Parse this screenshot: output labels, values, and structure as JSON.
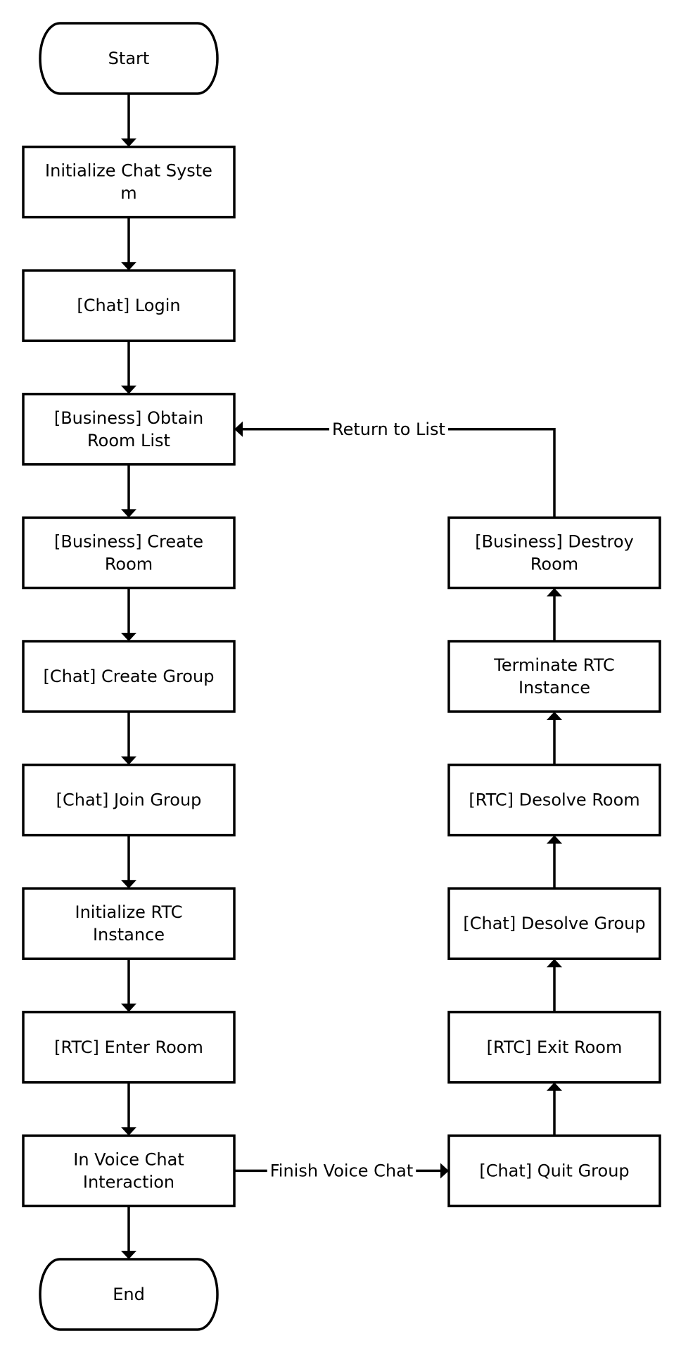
{
  "diagram": {
    "nodes": [
      {
        "id": "start",
        "kind": "terminal",
        "lines": [
          "Start"
        ]
      },
      {
        "id": "init-chat",
        "kind": "process",
        "lines": [
          "Initialize Chat Syste",
          "m"
        ]
      },
      {
        "id": "chat-login",
        "kind": "process",
        "lines": [
          "[Chat] Login"
        ]
      },
      {
        "id": "obtain-room-list",
        "kind": "process",
        "lines": [
          "[Business] Obtain",
          "Room List"
        ]
      },
      {
        "id": "create-room",
        "kind": "process",
        "lines": [
          "[Business] Create",
          "Room"
        ]
      },
      {
        "id": "create-group",
        "kind": "process",
        "lines": [
          "[Chat] Create Group"
        ]
      },
      {
        "id": "join-group",
        "kind": "process",
        "lines": [
          "[Chat] Join Group"
        ]
      },
      {
        "id": "init-rtc",
        "kind": "process",
        "lines": [
          "Initialize RTC",
          "Instance"
        ]
      },
      {
        "id": "enter-room",
        "kind": "process",
        "lines": [
          "[RTC] Enter Room"
        ]
      },
      {
        "id": "voice-chat",
        "kind": "process",
        "lines": [
          "In Voice Chat",
          "Interaction"
        ]
      },
      {
        "id": "end",
        "kind": "terminal",
        "lines": [
          "End"
        ]
      },
      {
        "id": "quit-group",
        "kind": "process",
        "lines": [
          "[Chat] Quit Group"
        ]
      },
      {
        "id": "exit-room",
        "kind": "process",
        "lines": [
          "[RTC] Exit Room"
        ]
      },
      {
        "id": "desolve-group",
        "kind": "process",
        "lines": [
          "[Chat] Desolve Group"
        ]
      },
      {
        "id": "desolve-room",
        "kind": "process",
        "lines": [
          "[RTC] Desolve Room"
        ]
      },
      {
        "id": "terminate-rtc",
        "kind": "process",
        "lines": [
          "Terminate  RTC",
          "Instance"
        ]
      },
      {
        "id": "destroy-room",
        "kind": "process",
        "lines": [
          "[Business] Destroy",
          "Room"
        ]
      }
    ],
    "edges": [
      {
        "from": "start",
        "to": "init-chat",
        "label": ""
      },
      {
        "from": "init-chat",
        "to": "chat-login",
        "label": ""
      },
      {
        "from": "chat-login",
        "to": "obtain-room-list",
        "label": ""
      },
      {
        "from": "obtain-room-list",
        "to": "create-room",
        "label": ""
      },
      {
        "from": "create-room",
        "to": "create-group",
        "label": ""
      },
      {
        "from": "create-group",
        "to": "join-group",
        "label": ""
      },
      {
        "from": "join-group",
        "to": "init-rtc",
        "label": ""
      },
      {
        "from": "init-rtc",
        "to": "enter-room",
        "label": ""
      },
      {
        "from": "enter-room",
        "to": "voice-chat",
        "label": ""
      },
      {
        "from": "voice-chat",
        "to": "end",
        "label": ""
      },
      {
        "from": "voice-chat",
        "to": "quit-group",
        "label": "Finish Voice Chat"
      },
      {
        "from": "quit-group",
        "to": "exit-room",
        "label": ""
      },
      {
        "from": "exit-room",
        "to": "desolve-group",
        "label": ""
      },
      {
        "from": "desolve-group",
        "to": "desolve-room",
        "label": ""
      },
      {
        "from": "desolve-room",
        "to": "terminate-rtc",
        "label": ""
      },
      {
        "from": "terminate-rtc",
        "to": "destroy-room",
        "label": ""
      },
      {
        "from": "destroy-room",
        "to": "obtain-room-list",
        "label": "Return to List"
      }
    ]
  }
}
